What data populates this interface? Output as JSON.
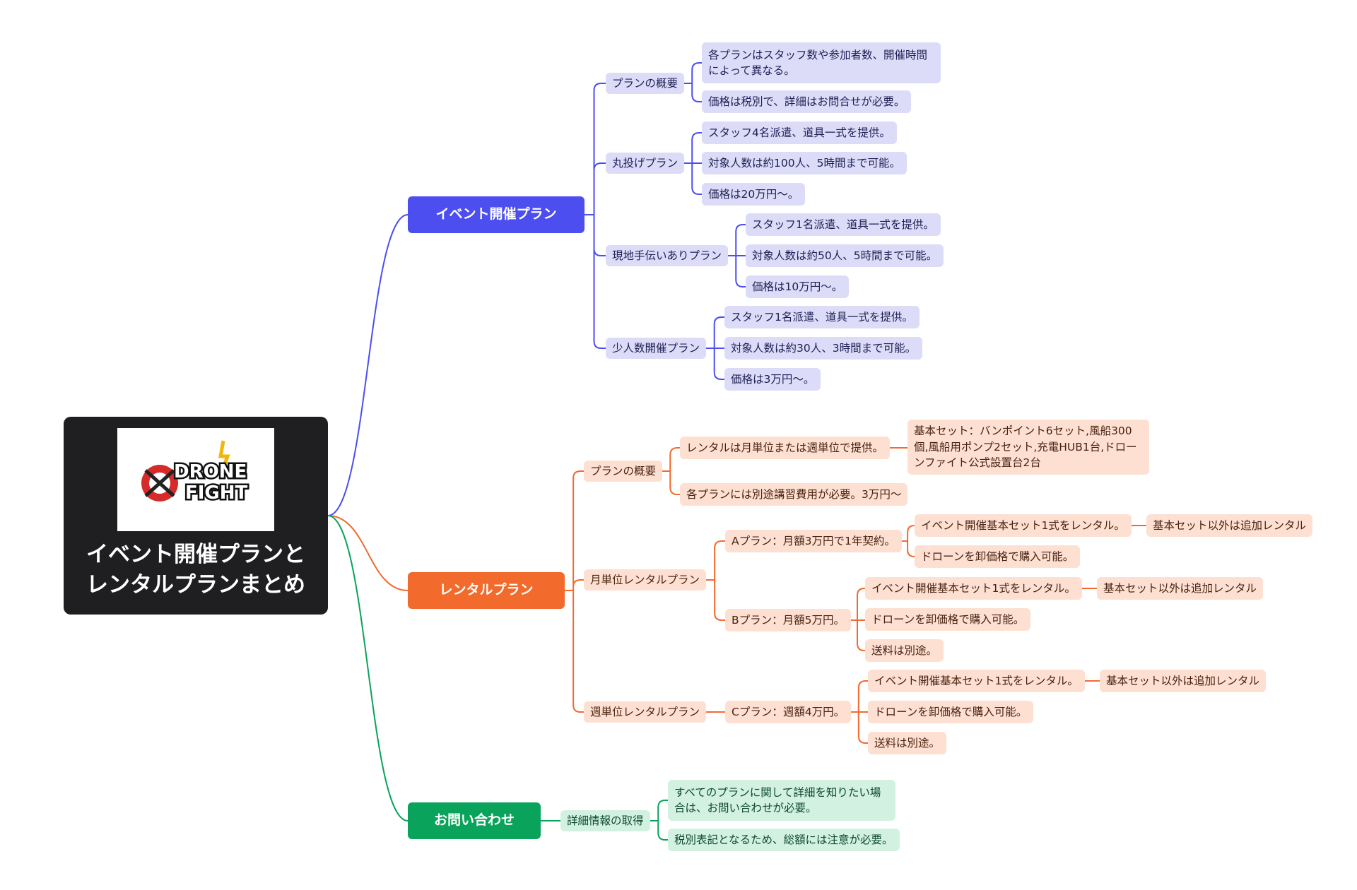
{
  "root": {
    "title": "イベント開催プランと\nレンタルプランまとめ",
    "logo_text_line1": "DRONE",
    "logo_text_line2": "FIGHT"
  },
  "branches": {
    "event": {
      "label": "イベント開催プラン",
      "color": "#4c4ef0",
      "overview": {
        "label": "プランの概要",
        "items": [
          "各プランはスタッフ数や参加者数、開催時間によって異なる。",
          "価格は税別で、詳細はお問合せが必要。"
        ]
      },
      "full": {
        "label": "丸投げプラン",
        "items": [
          "スタッフ4名派遣、道具一式を提供。",
          "対象人数は約100人、5時間まで可能。",
          "価格は20万円〜。"
        ]
      },
      "assist": {
        "label": "現地手伝いありプラン",
        "items": [
          "スタッフ1名派遣、道具一式を提供。",
          "対象人数は約50人、5時間まで可能。",
          "価格は10万円〜。"
        ]
      },
      "small": {
        "label": "少人数開催プラン",
        "items": [
          "スタッフ1名派遣、道具一式を提供。",
          "対象人数は約30人、3時間まで可能。",
          "価格は3万円〜。"
        ]
      }
    },
    "rental": {
      "label": "レンタルプラン",
      "color": "#f26a2c",
      "overview": {
        "label": "プランの概要",
        "item1": "レンタルは月単位または週単位で提供。",
        "item1_detail": "基本セット：バンポイント6セット,風船300個,風船用ポンプ2セット,充電HUB1台,ドローンファイト公式設置台2台",
        "item2": "各プランには別途講習費用が必要。3万円〜"
      },
      "monthly": {
        "label": "月単位レンタルプラン",
        "planA": {
          "label": "Aプラン：月額3万円で1年契約。",
          "item1": "イベント開催基本セット1式をレンタル。",
          "item1_detail": "基本セット以外は追加レンタル",
          "item2": "ドローンを卸価格で購入可能。"
        },
        "planB": {
          "label": "Bプラン：月額5万円。",
          "item1": "イベント開催基本セット1式をレンタル。",
          "item1_detail": "基本セット以外は追加レンタル",
          "item2": "ドローンを卸価格で購入可能。",
          "item3": "送料は別途。"
        }
      },
      "weekly": {
        "label": "週単位レンタルプラン",
        "planC": {
          "label": "Cプラン：週額4万円。",
          "item1": "イベント開催基本セット1式をレンタル。",
          "item1_detail": "基本セット以外は追加レンタル",
          "item2": "ドローンを卸価格で購入可能。",
          "item3": "送料は別途。"
        }
      }
    },
    "contact": {
      "label": "お問い合わせ",
      "color": "#0aa35c",
      "details": {
        "label": "詳細情報の取得",
        "items": [
          "すべてのプランに関して詳細を知りたい場合は、お問い合わせが必要。",
          "税別表記となるため、総額には注意が必要。"
        ]
      }
    }
  }
}
